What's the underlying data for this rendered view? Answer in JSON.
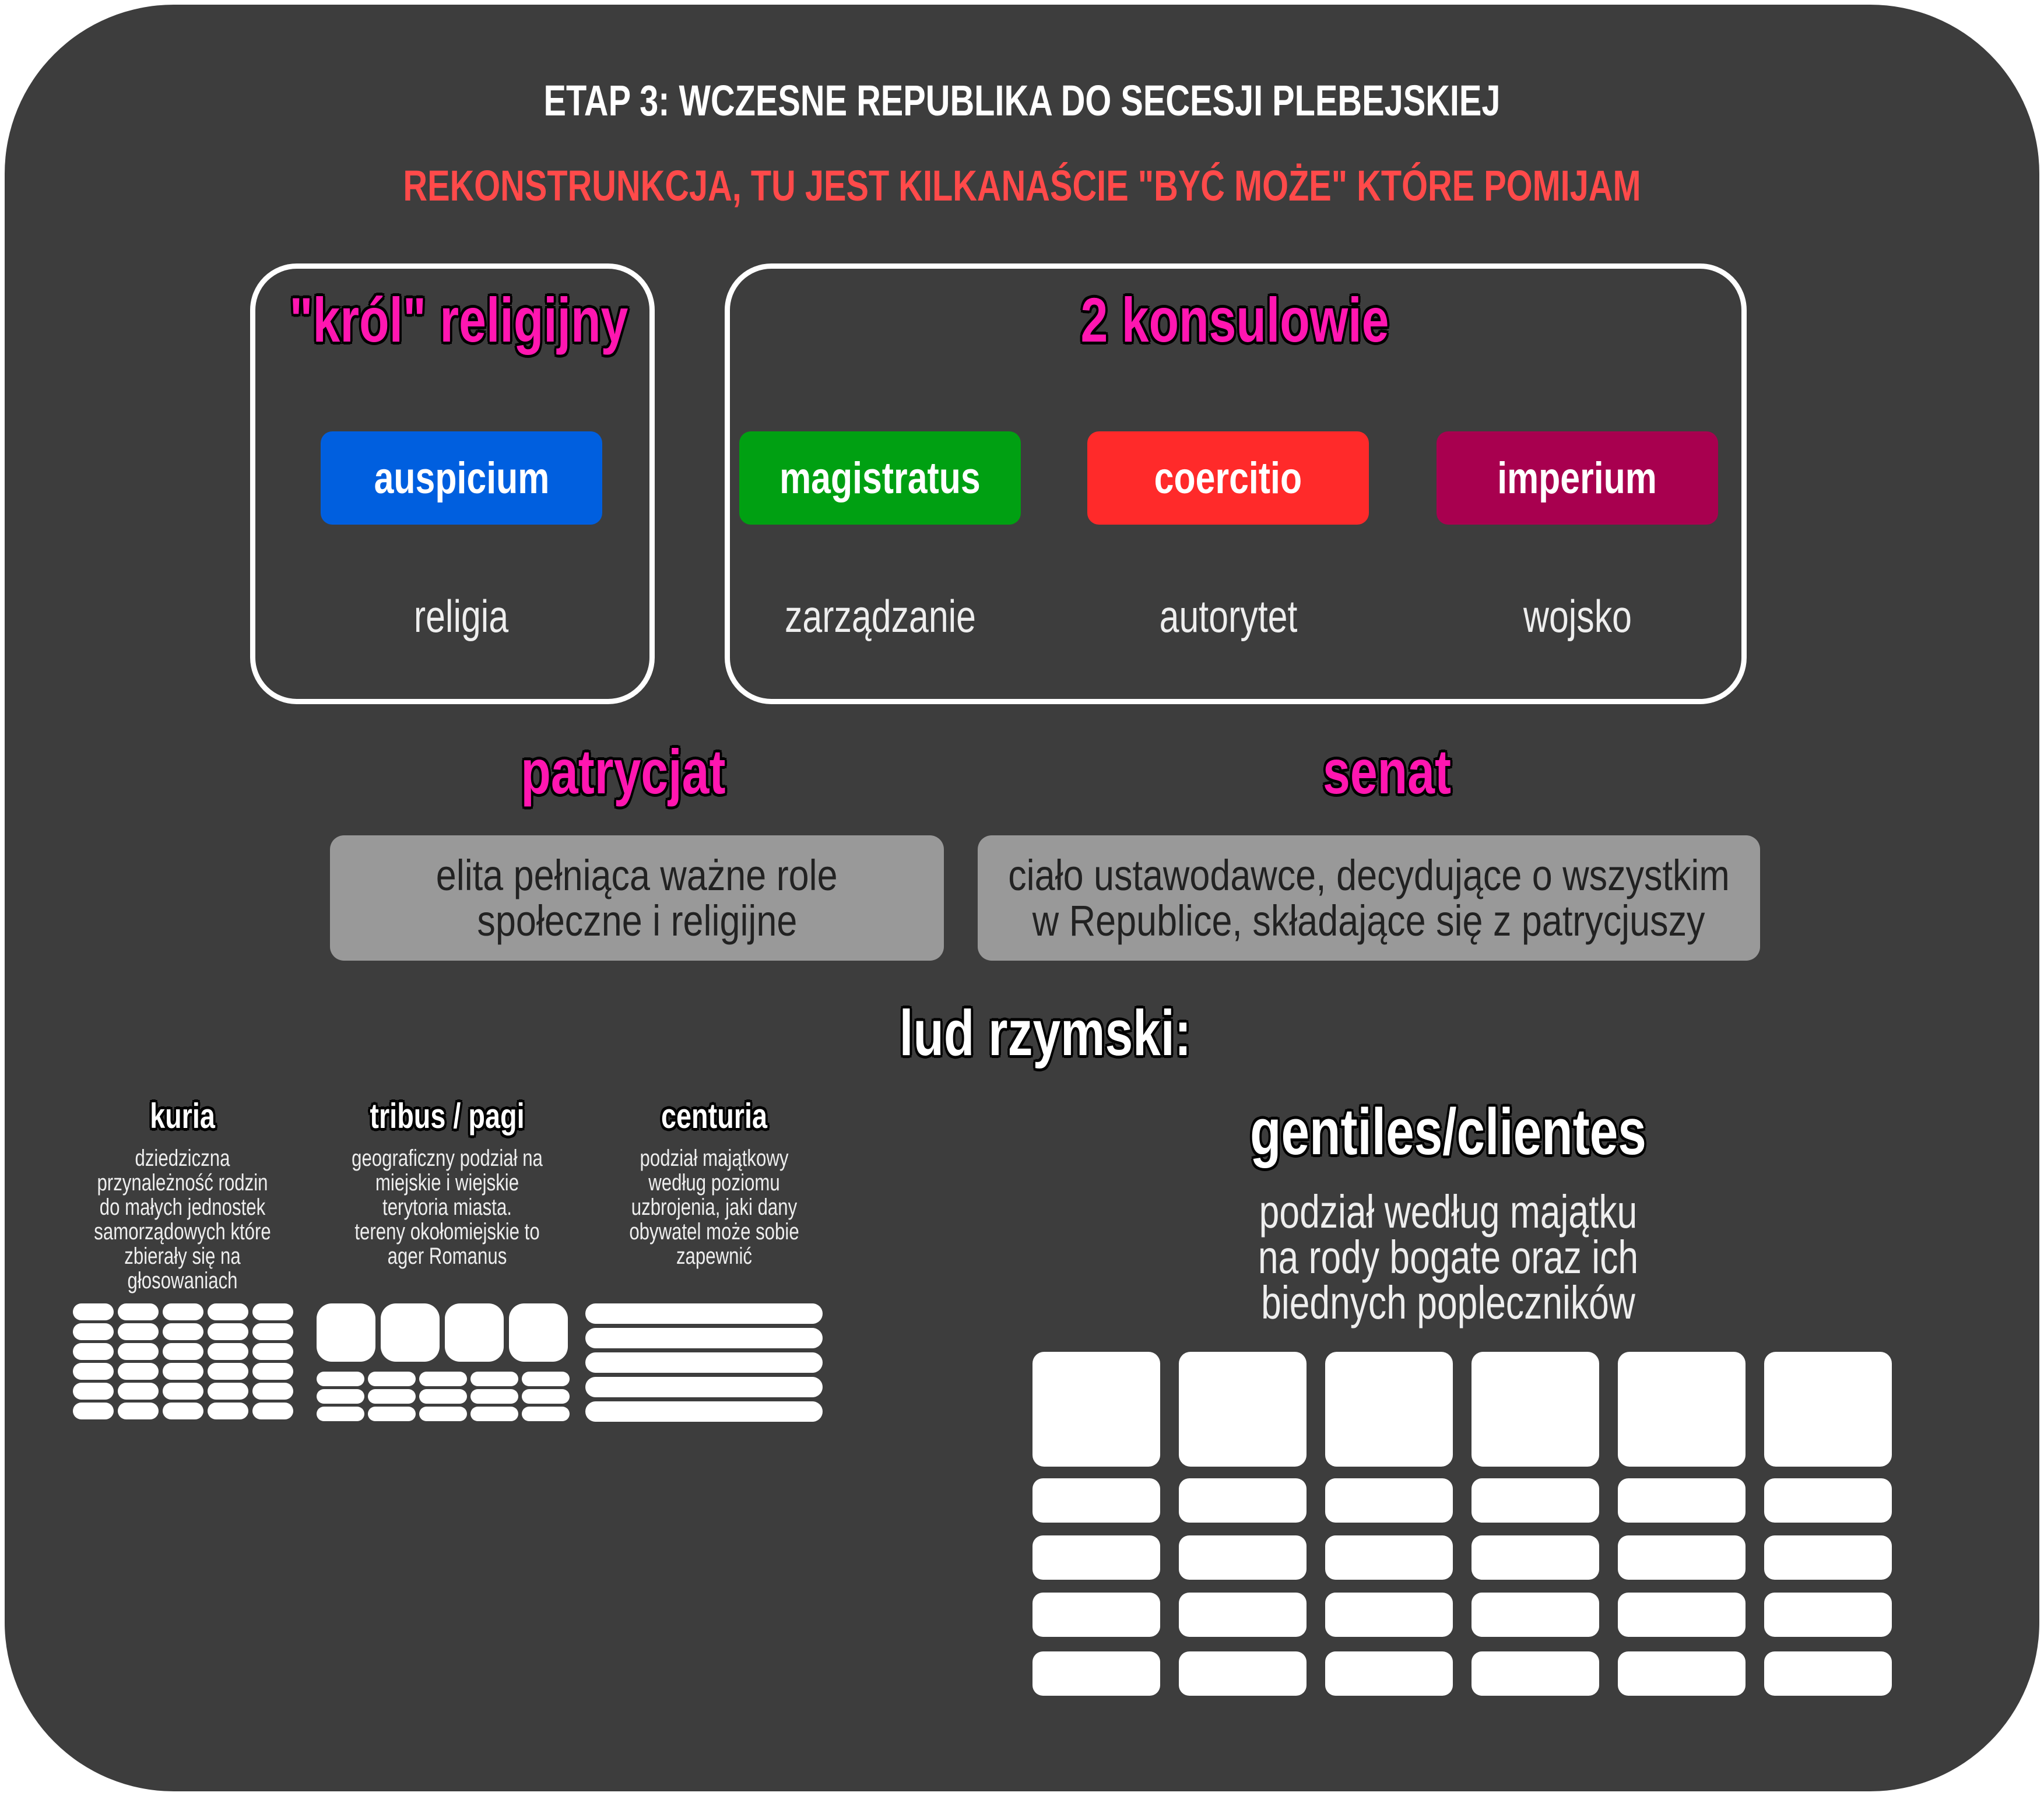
{
  "header": {
    "title": "ETAP 3: WCZESNE REPUBLIKA DO SECESJI PLEBEJSKIEJ",
    "subtitle": "REKONSTRUNKCJA, TU JEST KILKANAŚCIE \"BYĆ MOŻE\" KTÓRE POMIJAM"
  },
  "king": {
    "heading": "\"król\" religijny",
    "power": "auspicium",
    "domain": "religia",
    "color": "#005fdf"
  },
  "consuls": {
    "heading": "2 konsulowie",
    "powers": [
      {
        "label": "magistratus",
        "domain": "zarządzanie",
        "color": "#00a012"
      },
      {
        "label": "coercitio",
        "domain": "autorytet",
        "color": "#ff2a2a"
      },
      {
        "label": "imperium",
        "domain": "wojsko",
        "color": "#a8004f"
      }
    ]
  },
  "patricians": {
    "heading": "patrycjat",
    "desc": [
      "elita pełniąca ważne role",
      "społeczne i religijne"
    ]
  },
  "senate": {
    "heading": "senat",
    "desc": [
      "ciało ustawodawce, decydujące o wszystkim",
      "w Republice, składające się z patrycjuszy"
    ]
  },
  "people": {
    "heading": "lud rzymski:",
    "divisions": [
      {
        "name": "kuria",
        "desc": [
          "dziedziczna",
          "przynależność rodzin",
          "do małych jednostek",
          "samorządowych które",
          "zbierały się na",
          "głosowaniach"
        ]
      },
      {
        "name": "tribus / pagi",
        "desc": [
          "geograficzny podział na",
          "miejskie i wiejskie",
          "terytoria miasta.",
          "tereny okołomiejskie to",
          "ager Romanus"
        ]
      },
      {
        "name": "centuria",
        "desc": [
          "podział majątkowy",
          "według poziomu",
          "uzbrojenia, jaki dany",
          "obywatel może sobie",
          "zapewnić"
        ]
      }
    ],
    "gentiles": {
      "heading": "gentiles/clientes",
      "desc": [
        "podział według majątku",
        "na rody bogate oraz ich",
        "biednych popleczników"
      ]
    }
  }
}
